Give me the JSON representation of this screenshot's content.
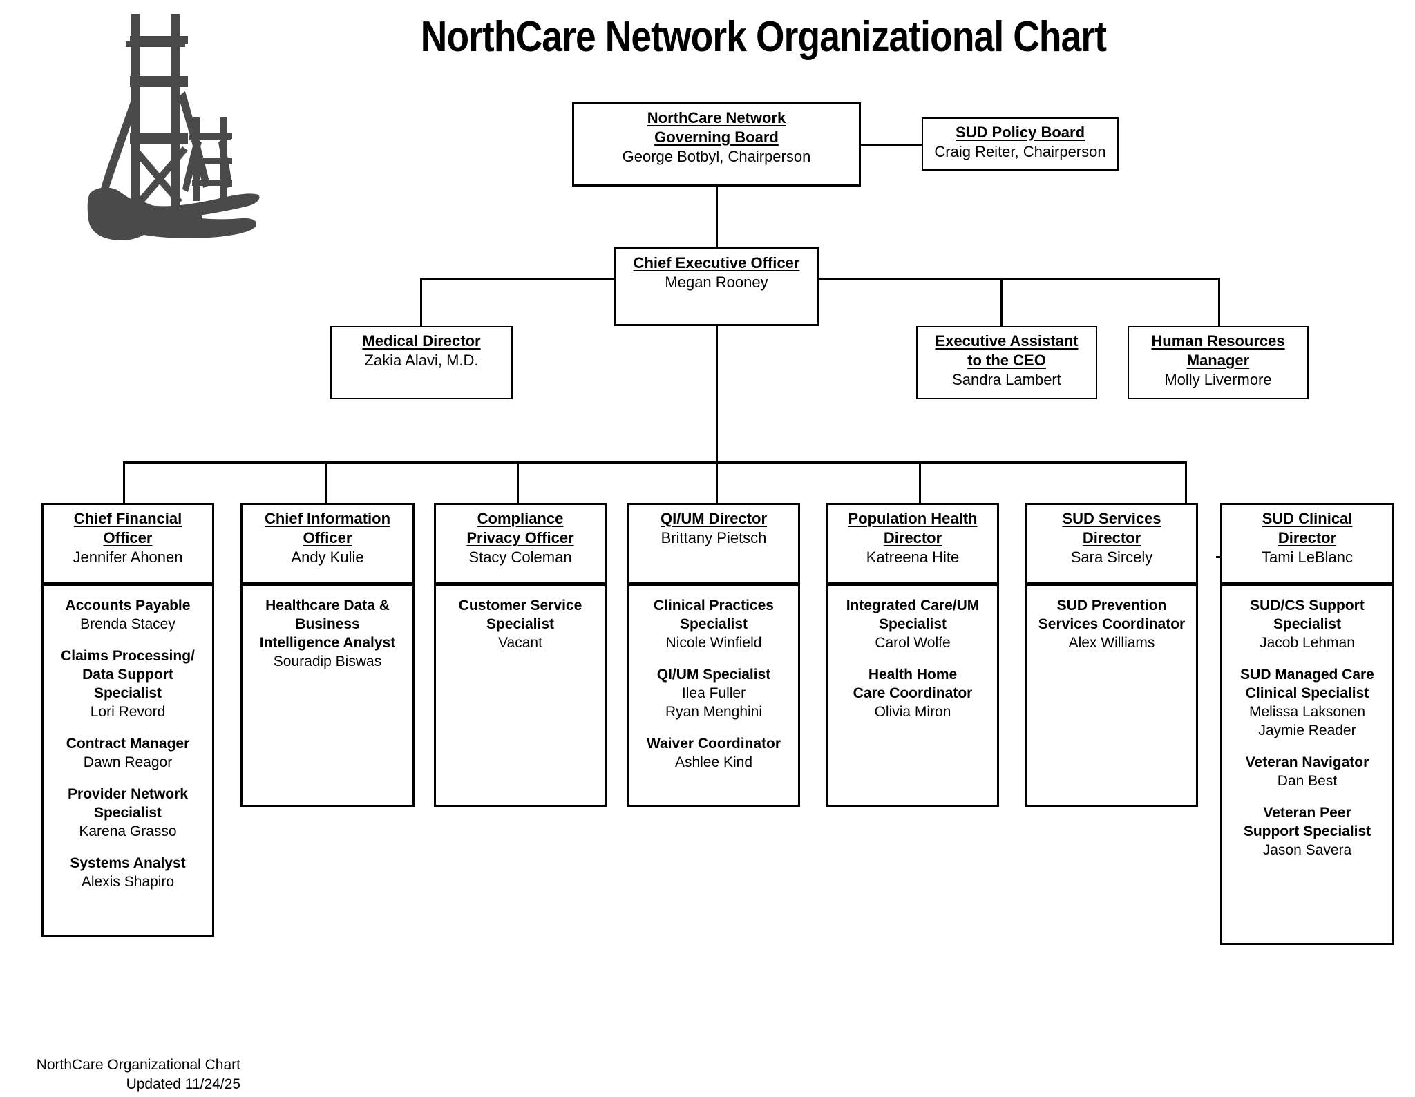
{
  "title": "NorthCare Network Organizational Chart",
  "logo": {
    "name": "mackinac-bridge-logo",
    "color": "#4a4a4a"
  },
  "governing_board": {
    "header_line1": "NorthCare Network",
    "header_line2": "Governing Board",
    "name": "George Botbyl, Chairperson"
  },
  "sud_policy_board": {
    "header_line1": "SUD Policy Board",
    "name": "Craig Reiter, Chairperson"
  },
  "ceo": {
    "header_line1": "Chief Executive Officer",
    "name": "Megan Rooney"
  },
  "medical_director": {
    "header_line1": "Medical Director",
    "name": "Zakia Alavi, M.D."
  },
  "executive_assistant": {
    "header_line1": "Executive Assistant",
    "header_line2": "to the CEO",
    "name": "Sandra Lambert"
  },
  "hr_manager": {
    "header_line1": "Human Resources",
    "header_line2": "Manager",
    "name": "Molly Livermore"
  },
  "departments": [
    {
      "id": "cfo",
      "header_line1": "Chief Financial",
      "header_line2": "Officer",
      "name": "Jennifer Ahonen",
      "staff": [
        {
          "title_line1": "Accounts Payable",
          "title_line2": "",
          "title_line3": "",
          "names": [
            "Brenda Stacey"
          ]
        },
        {
          "title_line1": "Claims Processing/",
          "title_line2": "Data Support",
          "title_line3": "Specialist",
          "names": [
            "Lori Revord"
          ]
        },
        {
          "title_line1": "Contract Manager",
          "title_line2": "",
          "title_line3": "",
          "names": [
            "Dawn Reagor"
          ]
        },
        {
          "title_line1": "Provider Network",
          "title_line2": "Specialist",
          "title_line3": "",
          "names": [
            "Karena Grasso"
          ]
        },
        {
          "title_line1": "Systems Analyst",
          "title_line2": "",
          "title_line3": "",
          "names": [
            "Alexis Shapiro"
          ]
        }
      ]
    },
    {
      "id": "cio",
      "header_line1": "Chief Information",
      "header_line2": "Officer",
      "name": "Andy Kulie",
      "staff": [
        {
          "title_line1": "Healthcare Data &",
          "title_line2": "Business",
          "title_line3": "Intelligence Analyst",
          "names": [
            "Souradip Biswas"
          ]
        }
      ]
    },
    {
      "id": "compliance",
      "header_line1": "Compliance",
      "header_line2": "Privacy Officer",
      "name": "Stacy Coleman",
      "staff": [
        {
          "title_line1": "Customer Service",
          "title_line2": "Specialist",
          "title_line3": "",
          "names": [
            "Vacant"
          ]
        }
      ]
    },
    {
      "id": "qium",
      "header_line1": "QI/UM Director",
      "header_line2": "",
      "name": "Brittany Pietsch",
      "staff": [
        {
          "title_line1": "Clinical Practices",
          "title_line2": "Specialist",
          "title_line3": "",
          "names": [
            "Nicole Winfield"
          ]
        },
        {
          "title_line1": "QI/UM Specialist",
          "title_line2": "",
          "title_line3": "",
          "names": [
            "Ilea Fuller",
            "Ryan Menghini"
          ]
        },
        {
          "title_line1": "Waiver Coordinator",
          "title_line2": "",
          "title_line3": "",
          "names": [
            "Ashlee Kind"
          ]
        }
      ]
    },
    {
      "id": "pophealth",
      "header_line1": "Population Health",
      "header_line2": "Director",
      "name": "Katreena Hite",
      "staff": [
        {
          "title_line1": "Integrated Care/UM",
          "title_line2": "Specialist",
          "title_line3": "",
          "names": [
            "Carol Wolfe"
          ]
        },
        {
          "title_line1": "Health Home",
          "title_line2": "Care Coordinator",
          "title_line3": "",
          "names": [
            "Olivia Miron"
          ]
        }
      ]
    },
    {
      "id": "sudservices",
      "header_line1": "SUD Services",
      "header_line2": "Director",
      "name": "Sara Sircely",
      "staff": [
        {
          "title_line1": "SUD Prevention",
          "title_line2": "Services Coordinator",
          "title_line3": "",
          "names": [
            "Alex Williams"
          ]
        }
      ]
    },
    {
      "id": "sudclinical",
      "header_line1": "SUD Clinical",
      "header_line2": "Director",
      "name": "Tami LeBlanc",
      "staff": [
        {
          "title_line1": "SUD/CS Support",
          "title_line2": "Specialist",
          "title_line3": "",
          "names": [
            "Jacob Lehman"
          ]
        },
        {
          "title_line1": "SUD Managed Care",
          "title_line2": "Clinical Specialist",
          "title_line3": "",
          "names": [
            "Melissa Laksonen",
            "Jaymie Reader"
          ]
        },
        {
          "title_line1": "Veteran Navigator",
          "title_line2": "",
          "title_line3": "",
          "names": [
            "Dan Best"
          ]
        },
        {
          "title_line1": "Veteran Peer",
          "title_line2": "Support Specialist",
          "title_line3": "",
          "names": [
            "Jason Savera"
          ]
        }
      ]
    }
  ],
  "footer": {
    "line1": "NorthCare Organizational Chart",
    "line2": "Updated  11/24/25"
  }
}
